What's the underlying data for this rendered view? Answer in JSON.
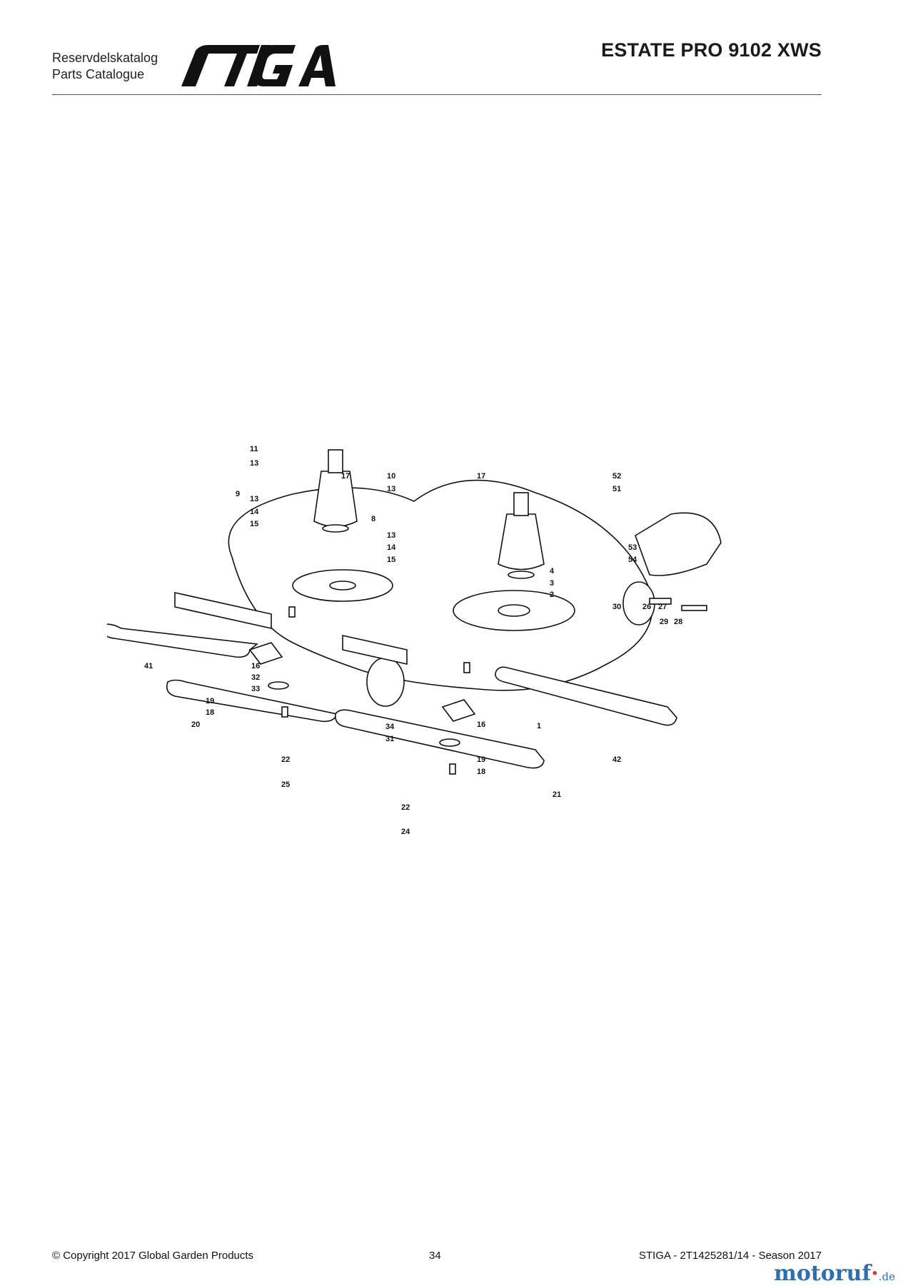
{
  "header": {
    "catalog_line1": "Reservdelskatalog",
    "catalog_line2": "Parts Catalogue",
    "brand": "STIGA",
    "model": "ESTATE PRO 9102 XWS"
  },
  "callouts": [
    "11",
    "13",
    "9",
    "13",
    "14",
    "15",
    "17",
    "10",
    "13",
    "8",
    "13",
    "14",
    "15",
    "17",
    "52",
    "51",
    "53",
    "54",
    "4",
    "3",
    "2",
    "30",
    "26",
    "27",
    "29",
    "28",
    "41",
    "16",
    "32",
    "33",
    "19",
    "18",
    "20",
    "34",
    "31",
    "16",
    "1",
    "22",
    "25",
    "19",
    "18",
    "42",
    "21",
    "22",
    "24"
  ],
  "footer": {
    "copyright": "© Copyright 2017 Global Garden Products",
    "page": "34",
    "doc_id": "STIGA - 2T1425281/14 - Season 2017"
  },
  "watermark": {
    "main": "motoruf",
    "dot": "·",
    "tld": ".de"
  }
}
